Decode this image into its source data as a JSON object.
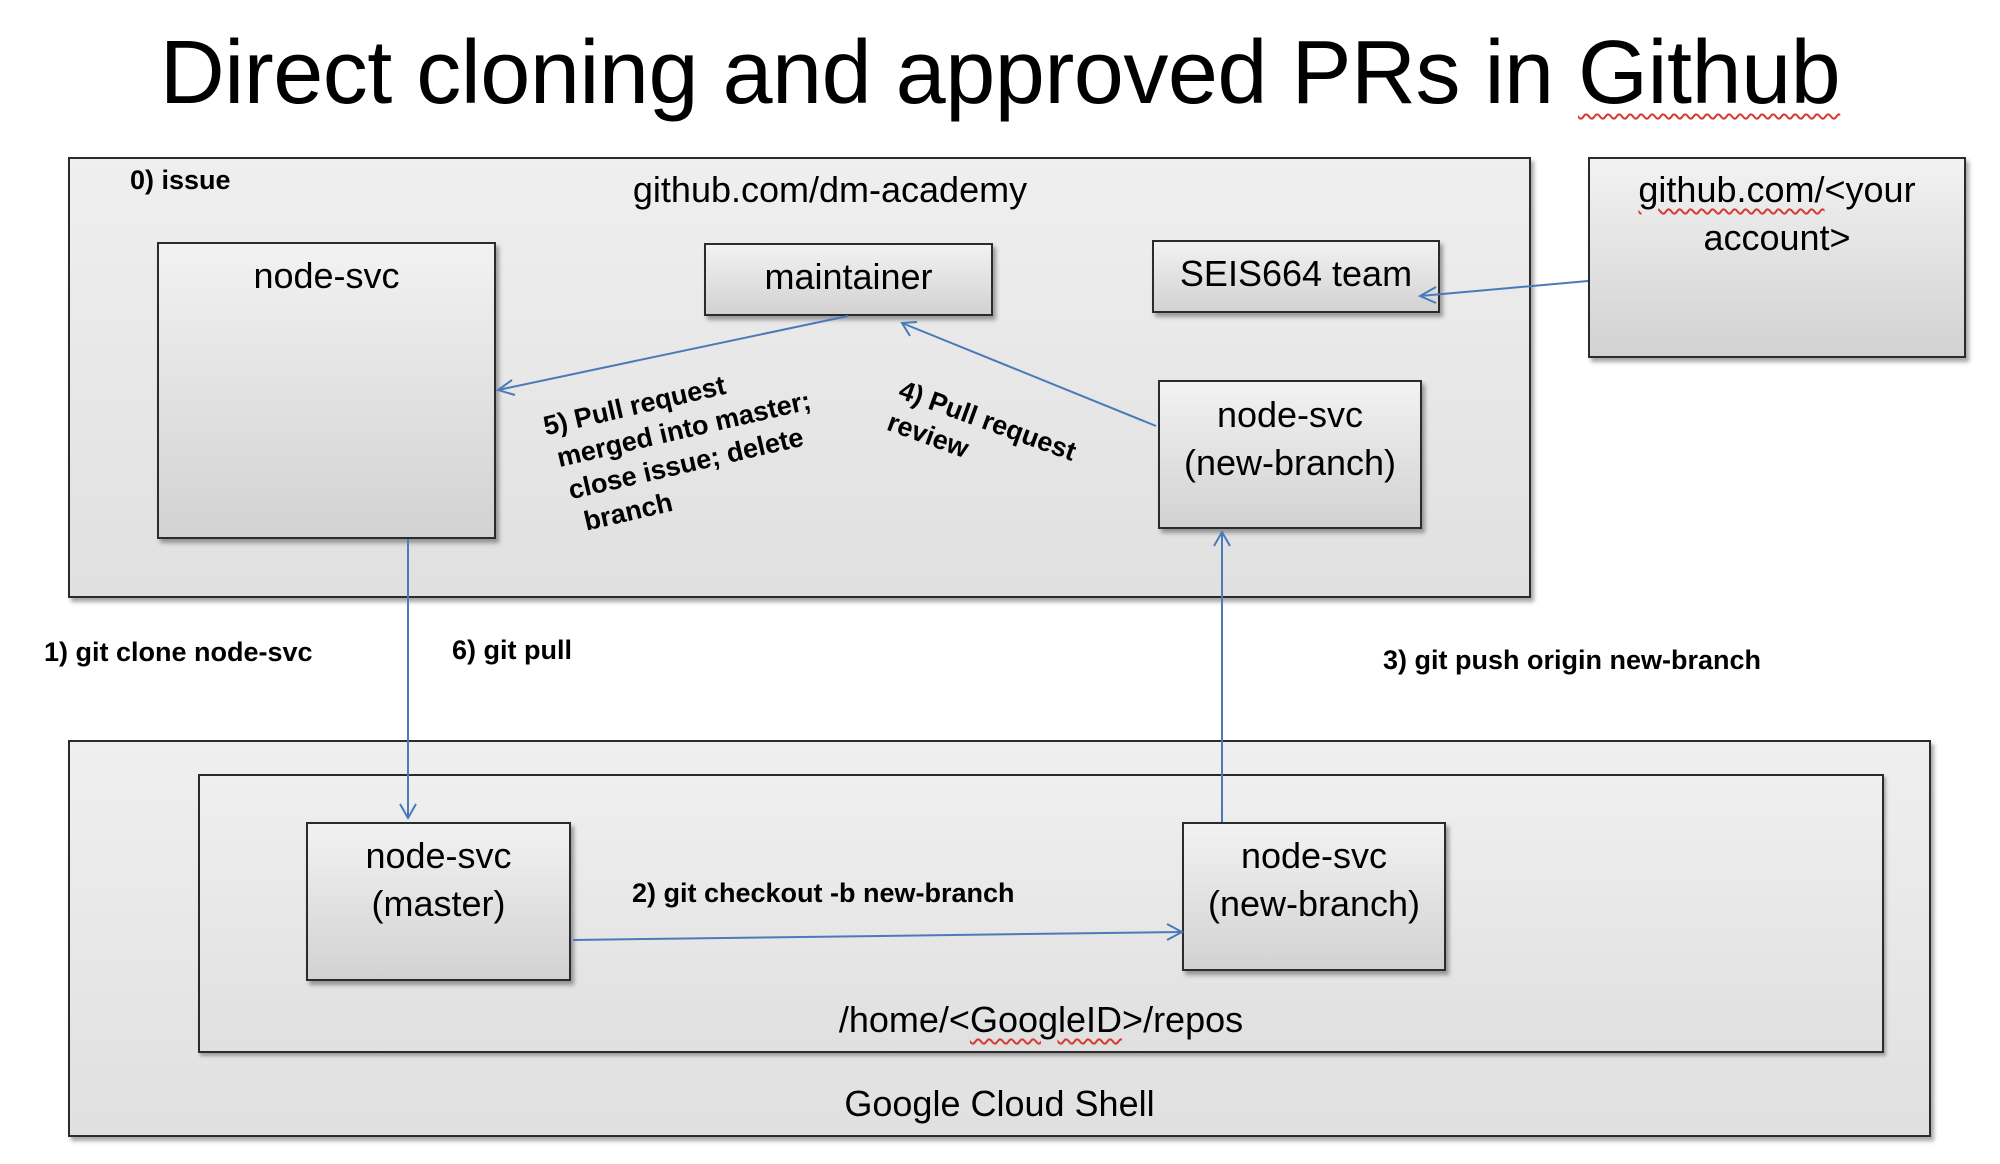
{
  "title": {
    "prefix": "Direct cloning and approved PRs in ",
    "squiggly_word": "Github"
  },
  "github_org": {
    "label": "github.com/dm-academy",
    "step0": "0) issue",
    "node_svc": "node-svc",
    "maintainer": "maintainer",
    "team": "SEIS664 team",
    "new_branch_line1": "node-svc",
    "new_branch_line2": "(new-branch)"
  },
  "personal_account": {
    "line1_prefix": "github.com/",
    "line1_suffix": "<your",
    "line2": "account>"
  },
  "steps": {
    "step1": "1) git clone node-svc",
    "step6": "6) git pull",
    "step3": "3) git push origin new-branch",
    "step2": "2) git checkout -b new-branch",
    "step4_line1": "4) Pull request",
    "step4_line2": "review",
    "step5_line1": "5) Pull request",
    "step5_line2": "merged into master;",
    "step5_line3": "close issue; delete",
    "step5_line4": "branch"
  },
  "cloud_shell": {
    "label": "Google Cloud Shell",
    "repos_prefix": "/home/<",
    "repos_squiggly": "GoogleID",
    "repos_suffix": ">/repos",
    "master_line1": "node-svc",
    "master_line2": "(master)",
    "branch_line1": "node-svc",
    "branch_line2": "(new-branch)"
  },
  "colors": {
    "arrow": "#4a7ab8",
    "spellcheck": "#d63b2f",
    "border": "#2b2b2b"
  }
}
